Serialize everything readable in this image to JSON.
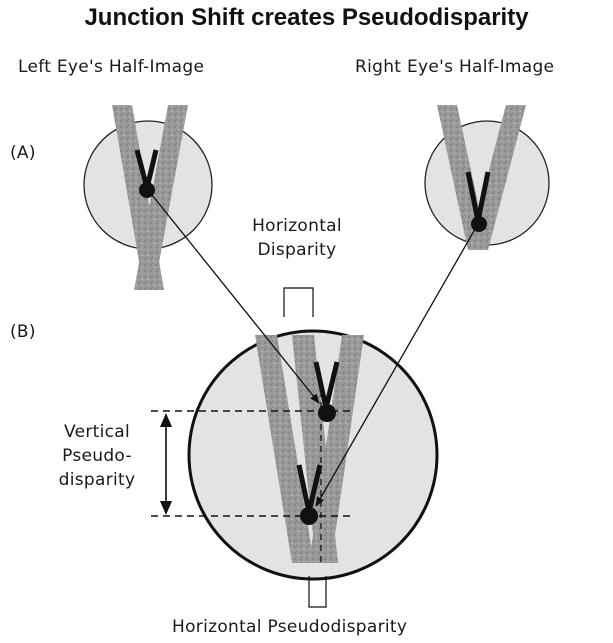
{
  "title": "Junction Shift creates Pseudodisparity",
  "labels": {
    "left_eye": "Left Eye's Half-Image",
    "right_eye": "Right Eye's Half-Image",
    "panel_a": "(A)",
    "panel_b": "(B)",
    "horizontal_disparity_line1": "Horizontal",
    "horizontal_disparity_line2": "Disparity",
    "vertical_pseudo_line1": "Vertical",
    "vertical_pseudo_line2": "Pseudo-",
    "vertical_pseudo_line3": "disparity",
    "horizontal_pseudodisparity": "Horizontal Pseudodisparity"
  },
  "colors": {
    "bar_fill": "#9a9a9a",
    "disc_fill": "#e4e4e4",
    "ink": "#111111"
  }
}
